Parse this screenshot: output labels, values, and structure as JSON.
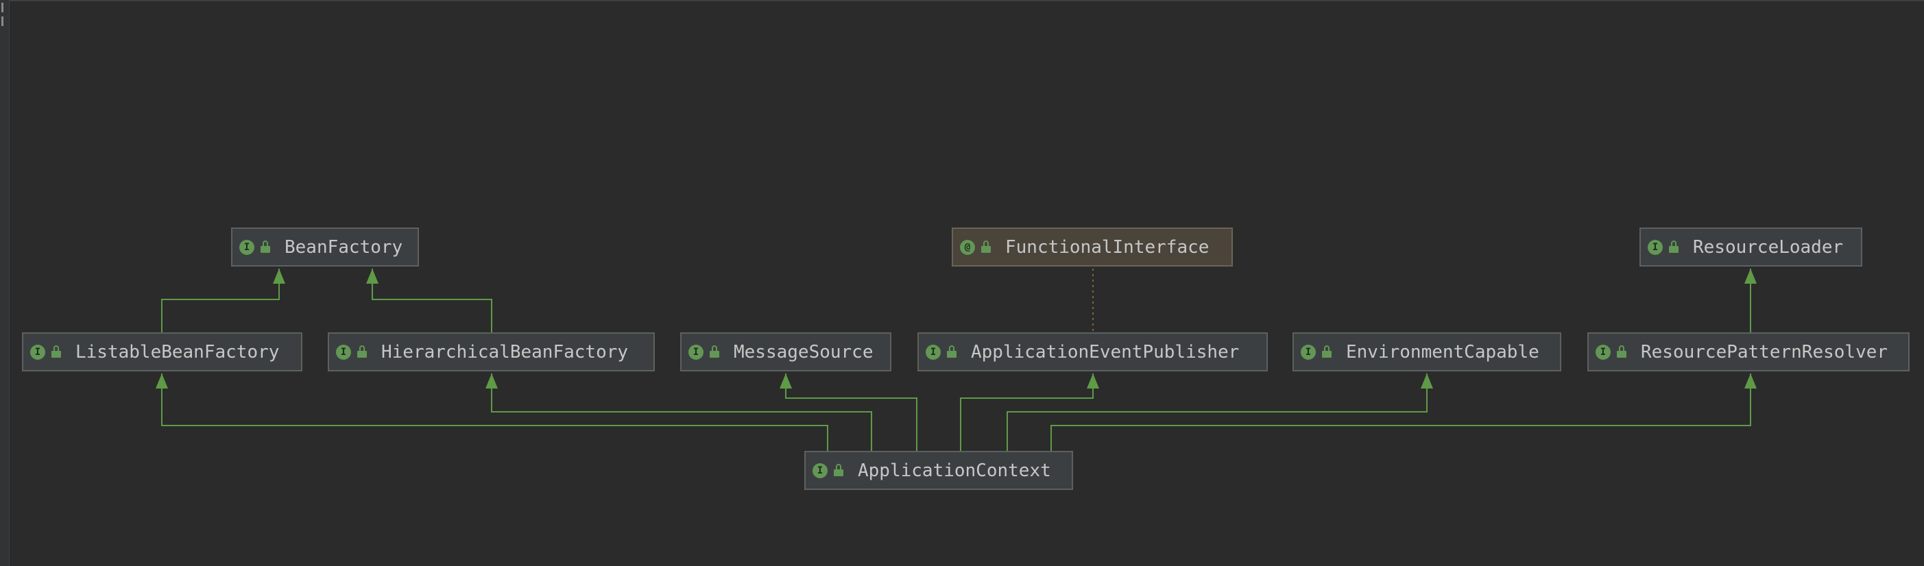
{
  "diagram": {
    "nodes": {
      "bean_factory": {
        "label": "BeanFactory",
        "kind": "interface",
        "badge": "I"
      },
      "functional_interface": {
        "label": "FunctionalInterface",
        "kind": "annotation",
        "badge": "@"
      },
      "resource_loader": {
        "label": "ResourceLoader",
        "kind": "interface",
        "badge": "I"
      },
      "listable_bean_factory": {
        "label": "ListableBeanFactory",
        "kind": "interface",
        "badge": "I"
      },
      "hierarchical_bean_factory": {
        "label": "HierarchicalBeanFactory",
        "kind": "interface",
        "badge": "I"
      },
      "message_source": {
        "label": "MessageSource",
        "kind": "interface",
        "badge": "I"
      },
      "application_event_publisher": {
        "label": "ApplicationEventPublisher",
        "kind": "interface",
        "badge": "I"
      },
      "environment_capable": {
        "label": "EnvironmentCapable",
        "kind": "interface",
        "badge": "I"
      },
      "resource_pattern_resolver": {
        "label": "ResourcePatternResolver",
        "kind": "interface",
        "badge": "I"
      },
      "application_context": {
        "label": "ApplicationContext",
        "kind": "interface",
        "badge": "I"
      }
    },
    "edges": [
      {
        "from": "listable_bean_factory",
        "to": "bean_factory",
        "type": "extends"
      },
      {
        "from": "hierarchical_bean_factory",
        "to": "bean_factory",
        "type": "extends"
      },
      {
        "from": "resource_pattern_resolver",
        "to": "resource_loader",
        "type": "extends"
      },
      {
        "from": "application_event_publisher",
        "to": "functional_interface",
        "type": "annotated-by"
      },
      {
        "from": "application_context",
        "to": "listable_bean_factory",
        "type": "extends"
      },
      {
        "from": "application_context",
        "to": "hierarchical_bean_factory",
        "type": "extends"
      },
      {
        "from": "application_context",
        "to": "message_source",
        "type": "extends"
      },
      {
        "from": "application_context",
        "to": "application_event_publisher",
        "type": "extends"
      },
      {
        "from": "application_context",
        "to": "environment_capable",
        "type": "extends"
      },
      {
        "from": "application_context",
        "to": "resource_pattern_resolver",
        "type": "extends"
      }
    ],
    "colors": {
      "background": "#2b2b2b",
      "edge": "#5f9a47",
      "annotation_edge": "#7a6a3e",
      "badge": "#629755"
    }
  }
}
